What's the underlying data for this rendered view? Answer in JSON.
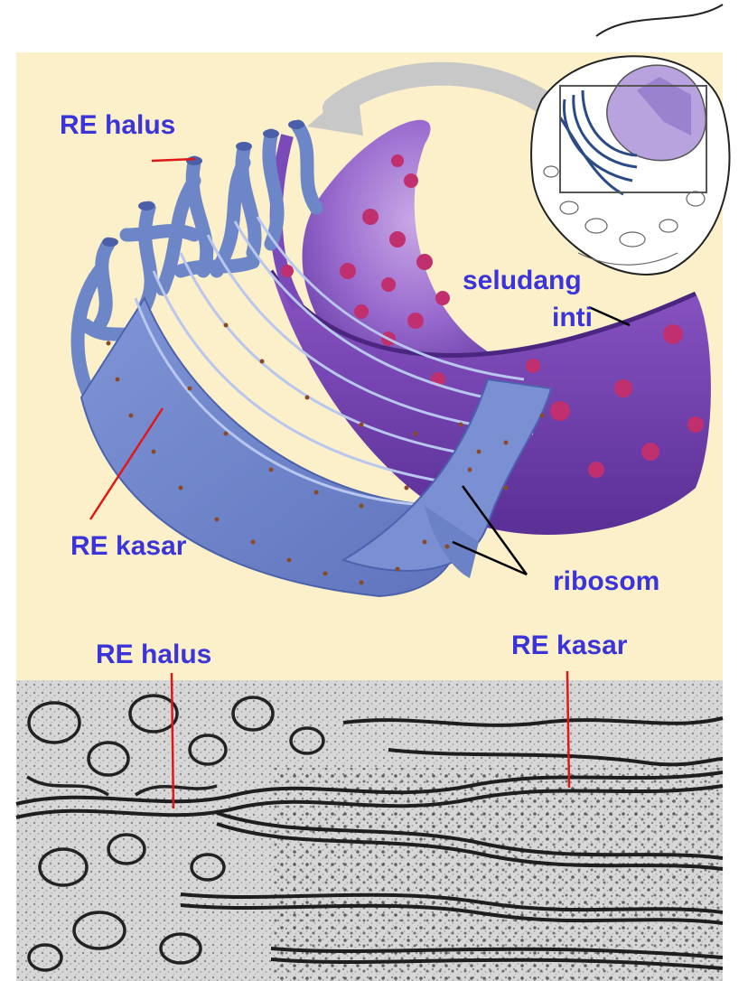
{
  "labels": {
    "re_halus_top": "RE halus",
    "seludang_line1": "seludang",
    "seludang_line2": "inti",
    "re_kasar_top": "RE kasar",
    "ribosom": "ribosom",
    "re_halus_bottom": "RE halus",
    "re_kasar_bottom": "RE kasar"
  },
  "colors": {
    "label_text": "#3b34d8",
    "panel_background": "#fbf0c9",
    "smooth_er": "#6c86c8",
    "rough_er": "#8fa3db",
    "nuclear_envelope": "#7d4cb8",
    "nuclear_pore": "#c0306e",
    "ribosome": "#8a4a28",
    "pointer_red": "#e01818",
    "pointer_black": "#000000"
  }
}
